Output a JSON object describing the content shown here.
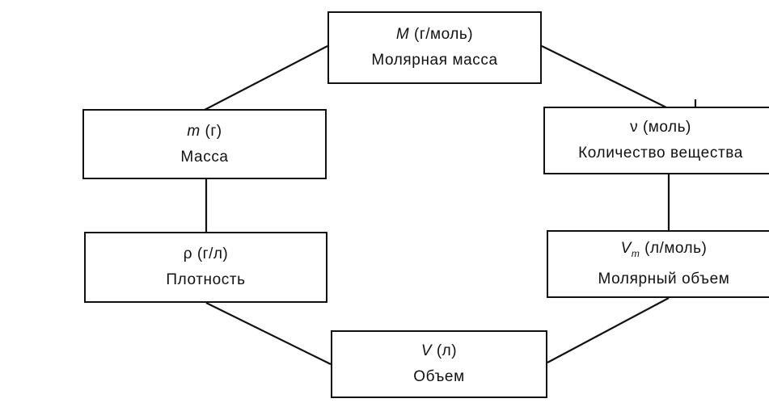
{
  "nodes": {
    "molar_mass": {
      "symbol": "M",
      "unit": "(г/моль)",
      "name": "Молярная масса"
    },
    "mass": {
      "symbol": "m",
      "unit": "(г)",
      "name": "Масса"
    },
    "amount": {
      "symbol": "ν",
      "unit": "(моль)",
      "name": "Количество вещества"
    },
    "density": {
      "symbol": "ρ",
      "unit": "(г/л)",
      "name": "Плотность"
    },
    "molar_volume": {
      "symbol": "V",
      "subscript": "m",
      "unit": "(л/моль)",
      "name": "Молярный объем"
    },
    "volume": {
      "symbol": "V",
      "unit": "(л)",
      "name": "Объем"
    }
  },
  "edges": [
    [
      "molar_mass",
      "mass"
    ],
    [
      "molar_mass",
      "amount"
    ],
    [
      "mass",
      "density"
    ],
    [
      "amount",
      "molar_volume"
    ],
    [
      "density",
      "volume"
    ],
    [
      "molar_volume",
      "volume"
    ]
  ]
}
